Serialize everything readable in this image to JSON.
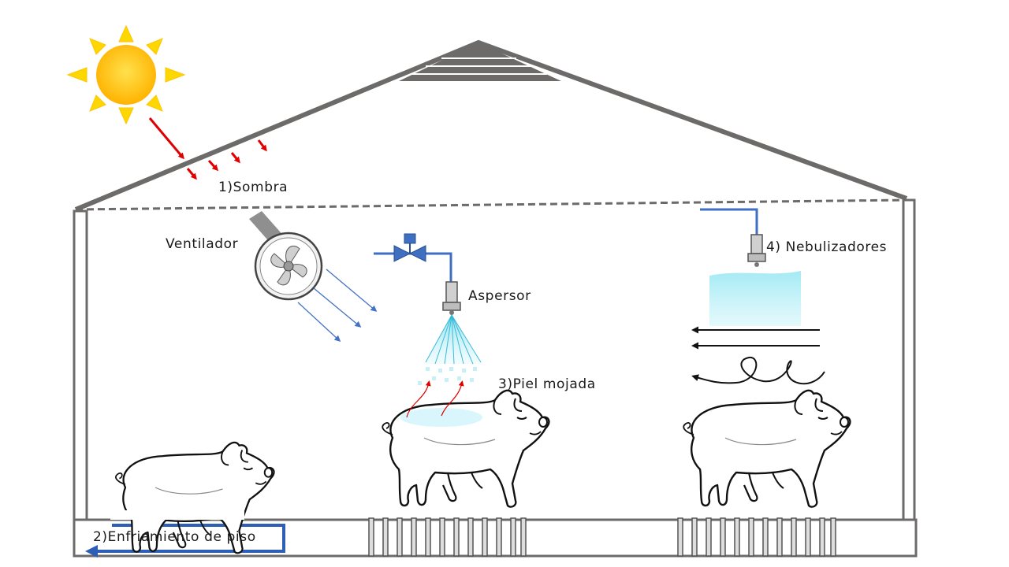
{
  "labels": {
    "sombra": "1)Sombra",
    "ventilador": "Ventilador",
    "aspersor": "Aspersor",
    "piel_mojada": "3)Piel mojada",
    "nebulizadores": "4) Nebulizadores",
    "enfriamiento_piso": "2)Enfriamiento de piso"
  },
  "colors": {
    "structure": "#6d6a6a",
    "pipe": "#3f6fc0",
    "sun_core": "#ffc107",
    "sun_rays": "#ffd700",
    "heat_arrow": "#e00000",
    "air_arrow": "#4472c4",
    "mist": "#a8ecf5",
    "floor_arrow": "#2e5fb7"
  },
  "icons": [
    "sun-icon",
    "fan-icon",
    "valve-icon",
    "sprinkler-icon",
    "nebulizer-icon",
    "pig-icon"
  ]
}
